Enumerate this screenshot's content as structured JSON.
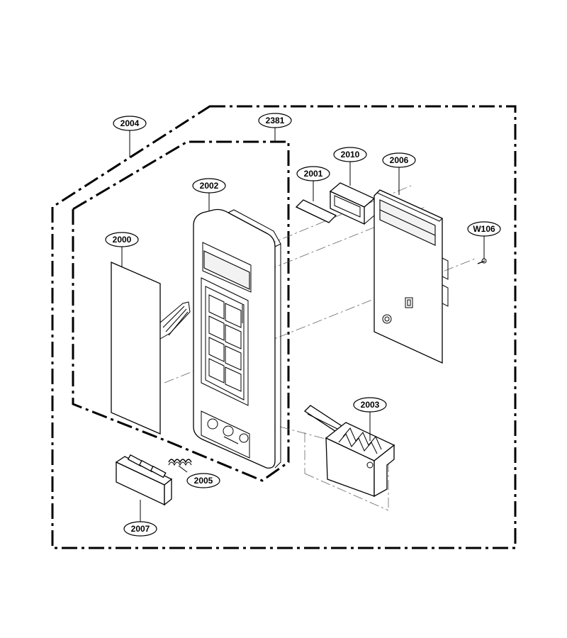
{
  "callouts": {
    "c2004": "2004",
    "c2381": "2381",
    "c2002": "2002",
    "c2001": "2001",
    "c2010": "2010",
    "c2006": "2006",
    "c2000": "2000",
    "cW106": "W106",
    "c2003": "2003",
    "c2005": "2005",
    "c2007": "2007"
  }
}
